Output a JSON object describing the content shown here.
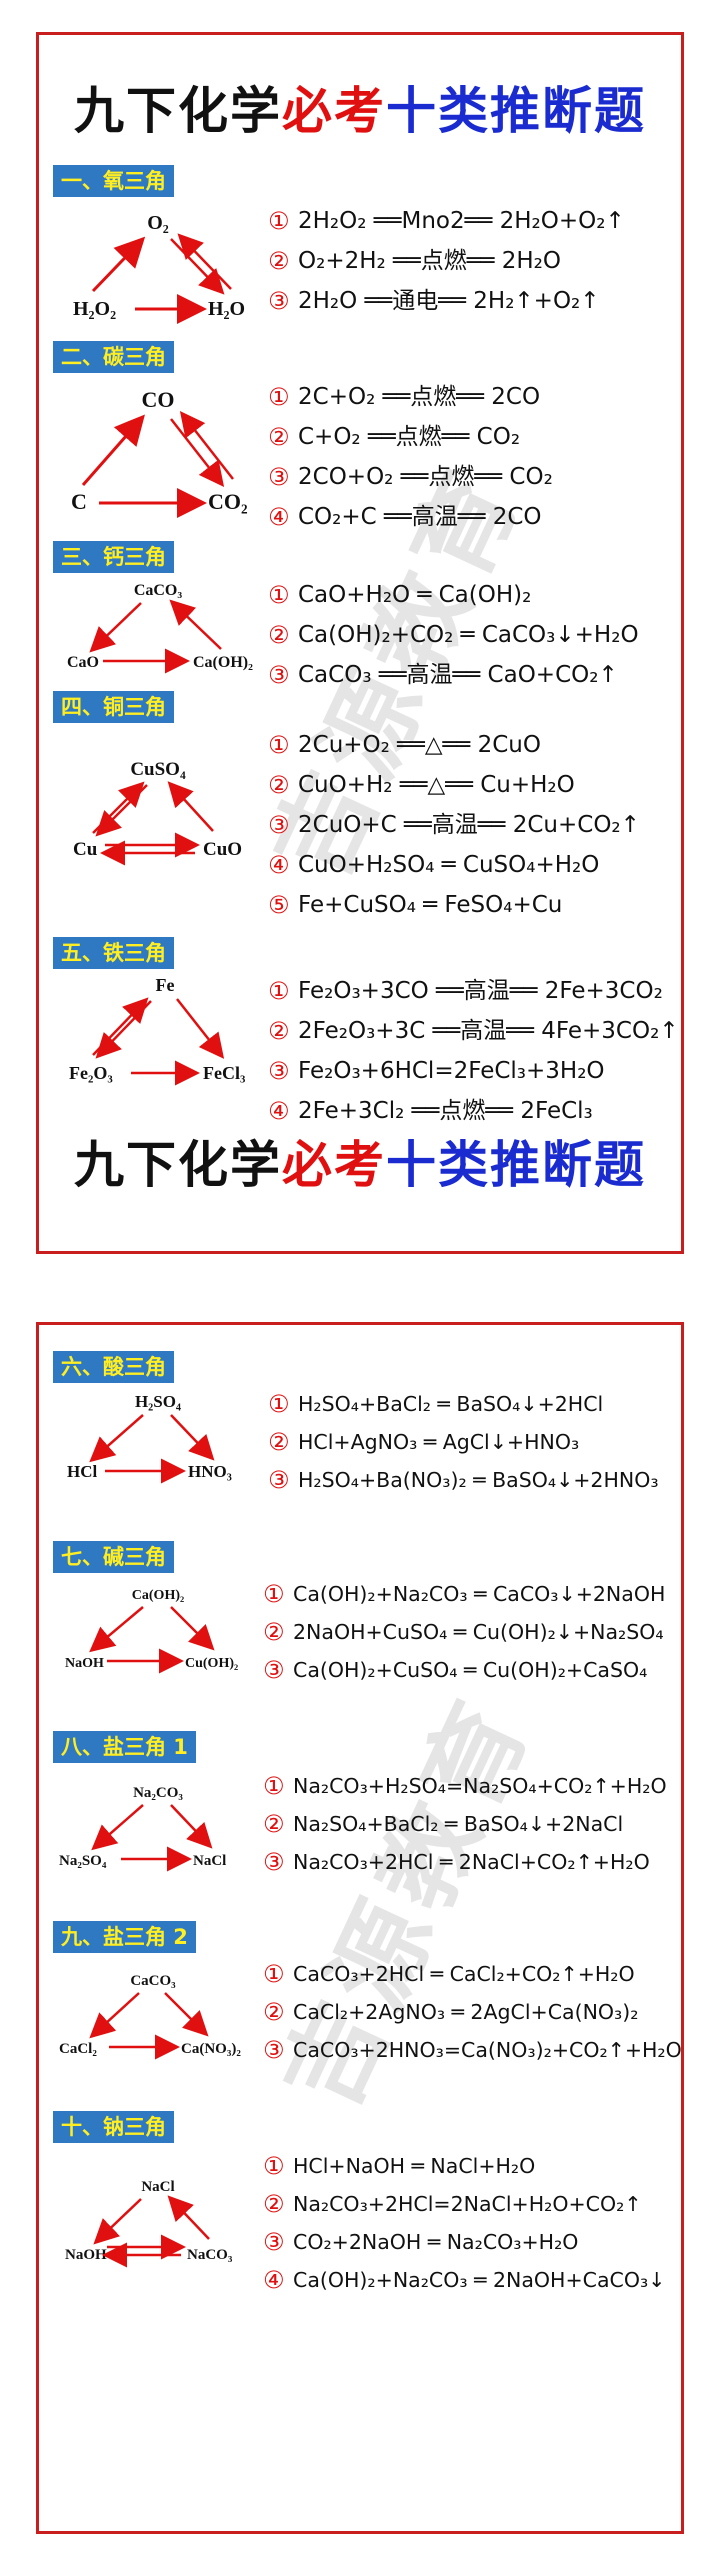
{
  "titles": {
    "part1": "九下化学",
    "part2": "必考",
    "part3": "十类推断题"
  },
  "watermark": "吉源教育",
  "colors": {
    "accent_red": "#e01010",
    "accent_blue": "#1a2bd0",
    "tag_bg": "#2f78c2",
    "tag_text": "#ffee22",
    "border": "#c81e1e"
  },
  "sections": [
    {
      "tag": "一、氧三角",
      "nodes": [
        "O₂",
        "H₂O₂",
        "H₂O"
      ],
      "equations": [
        {
          "num": "①",
          "text": "2H₂O₂ ══Mno2══ 2H₂O+O₂↑"
        },
        {
          "num": "②",
          "text": "O₂+2H₂ ══点燃══ 2H₂O"
        },
        {
          "num": "③",
          "text": "2H₂O ══通电══ 2H₂↑+O₂↑"
        }
      ]
    },
    {
      "tag": "二、碳三角",
      "nodes": [
        "CO",
        "C",
        "CO₂"
      ],
      "equations": [
        {
          "num": "①",
          "text": "2C+O₂ ══点燃══ 2CO"
        },
        {
          "num": "②",
          "text": "C+O₂ ══点燃══ CO₂"
        },
        {
          "num": "③",
          "text": "2CO+O₂ ══点燃══ CO₂"
        },
        {
          "num": "④",
          "text": "CO₂+C ══高温══ 2CO"
        }
      ]
    },
    {
      "tag": "三、钙三角",
      "nodes": [
        "CaCO₃",
        "CaO",
        "Ca(OH)₂"
      ],
      "equations": [
        {
          "num": "①",
          "text": "CaO+H₂O ═ Ca(OH)₂"
        },
        {
          "num": "②",
          "text": "Ca(OH)₂+CO₂ ═ CaCO₃↓+H₂O"
        },
        {
          "num": "③",
          "text": "CaCO₃ ══高温══ CaO+CO₂↑"
        }
      ]
    },
    {
      "tag": "四、铜三角",
      "nodes": [
        "CuSO₄",
        "Cu",
        "CuO"
      ],
      "equations": [
        {
          "num": "①",
          "text": "2Cu+O₂ ══△══ 2CuO"
        },
        {
          "num": "②",
          "text": "CuO+H₂ ══△══ Cu+H₂O"
        },
        {
          "num": "③",
          "text": "2CuO+C ══高温══ 2Cu+CO₂↑"
        },
        {
          "num": "④",
          "text": "CuO+H₂SO₄ ═ CuSO₄+H₂O"
        },
        {
          "num": "⑤",
          "text": "Fe+CuSO₄ ═ FeSO₄+Cu"
        }
      ]
    },
    {
      "tag": "五、铁三角",
      "nodes": [
        "Fe",
        "Fe₂O₃",
        "FeCl₃"
      ],
      "equations": [
        {
          "num": "①",
          "text": "Fe₂O₃+3CO ══高温══ 2Fe+3CO₂"
        },
        {
          "num": "②",
          "text": "2Fe₂O₃+3C ══高温══ 4Fe+3CO₂↑"
        },
        {
          "num": "③",
          "text": "Fe₂O₃+6HCl=2FeCl₃+3H₂O"
        },
        {
          "num": "④",
          "text": "2Fe+3Cl₂ ══点燃══ 2FeCl₃"
        }
      ]
    },
    {
      "tag": "六、酸三角",
      "nodes": [
        "H₂SO₄",
        "HCl",
        "HNO₃"
      ],
      "equations": [
        {
          "num": "①",
          "text": "H₂SO₄+BaCl₂ ═ BaSO₄↓+2HCl"
        },
        {
          "num": "②",
          "text": "HCl+AgNO₃ ═ AgCl↓+HNO₃"
        },
        {
          "num": "③",
          "text": "H₂SO₄+Ba(NO₃)₂ ═ BaSO₄↓+2HNO₃"
        }
      ]
    },
    {
      "tag": "七、碱三角",
      "nodes": [
        "Ca(OH)₂",
        "NaOH",
        "Cu(OH)₂"
      ],
      "equations": [
        {
          "num": "①",
          "text": "Ca(OH)₂+Na₂CO₃ ═ CaCO₃↓+2NaOH"
        },
        {
          "num": "②",
          "text": "2NaOH+CuSO₄ ═ Cu(OH)₂↓+Na₂SO₄"
        },
        {
          "num": "③",
          "text": "Ca(OH)₂+CuSO₄ ═ Cu(OH)₂+CaSO₄"
        }
      ]
    },
    {
      "tag": "八、盐三角 1",
      "nodes": [
        "Na₂CO₃",
        "Na₂SO₄",
        "NaCl"
      ],
      "equations": [
        {
          "num": "①",
          "text": "Na₂CO₃+H₂SO₄=Na₂SO₄+CO₂↑+H₂O"
        },
        {
          "num": "②",
          "text": "Na₂SO₄+BaCl₂ ═ BaSO₄↓+2NaCl"
        },
        {
          "num": "③",
          "text": "Na₂CO₃+2HCl ═ 2NaCl+CO₂↑+H₂O"
        }
      ]
    },
    {
      "tag": "九、盐三角 2",
      "nodes": [
        "CaCO₃",
        "CaCl₂",
        "Ca(NO₃)₂"
      ],
      "equations": [
        {
          "num": "①",
          "text": "CaCO₃+2HCl ═ CaCl₂+CO₂↑+H₂O"
        },
        {
          "num": "②",
          "text": "CaCl₂+2AgNO₃ ═ 2AgCl+Ca(NO₃)₂"
        },
        {
          "num": "③",
          "text": "CaCO₃+2HNO₃=Ca(NO₃)₂+CO₂↑+H₂O"
        }
      ]
    },
    {
      "tag": "十、钠三角",
      "nodes": [
        "NaCl",
        "NaOH",
        "NaCO₃"
      ],
      "equations": [
        {
          "num": "①",
          "text": "HCl+NaOH ═ NaCl+H₂O"
        },
        {
          "num": "②",
          "text": "Na₂CO₃+2HCl=2NaCl+H₂O+CO₂↑"
        },
        {
          "num": "③",
          "text": "CO₂+2NaOH ═ Na₂CO₃+H₂O"
        },
        {
          "num": "④",
          "text": "Ca(OH)₂+Na₂CO₃ ═ 2NaOH+CaCO₃↓"
        }
      ]
    }
  ]
}
